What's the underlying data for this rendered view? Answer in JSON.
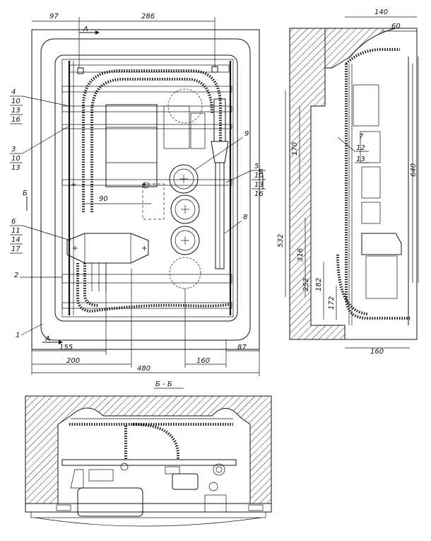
{
  "front_view": {
    "dims": {
      "d97": "97",
      "d286": "286",
      "d90": "90",
      "d155": "155",
      "d200": "200",
      "d480": "480",
      "d160": "160",
      "d87": "87"
    },
    "section_marks": {
      "a_top": "A",
      "a_bottom": "A",
      "b_left": "Б",
      "b_right": "Б"
    },
    "callouts": {
      "g1": [
        "4",
        "10",
        "13",
        "16"
      ],
      "g2": [
        "3",
        "10",
        "13"
      ],
      "g3": [
        "6",
        "11",
        "14",
        "17"
      ],
      "g4": [
        "5",
        "10",
        "13",
        "16"
      ],
      "n9": "9",
      "n8": "8",
      "n2": "2",
      "n1": "1"
    }
  },
  "side_view": {
    "dims": {
      "d140": "140",
      "d60": "60",
      "d170": "170",
      "d640": "640",
      "d532": "532",
      "d316": "316",
      "d252": "252",
      "d182": "182",
      "d172": "172",
      "d160": "160"
    },
    "callouts": [
      "7",
      "12",
      "13"
    ]
  },
  "section_bb": {
    "title": "Б - Б"
  }
}
